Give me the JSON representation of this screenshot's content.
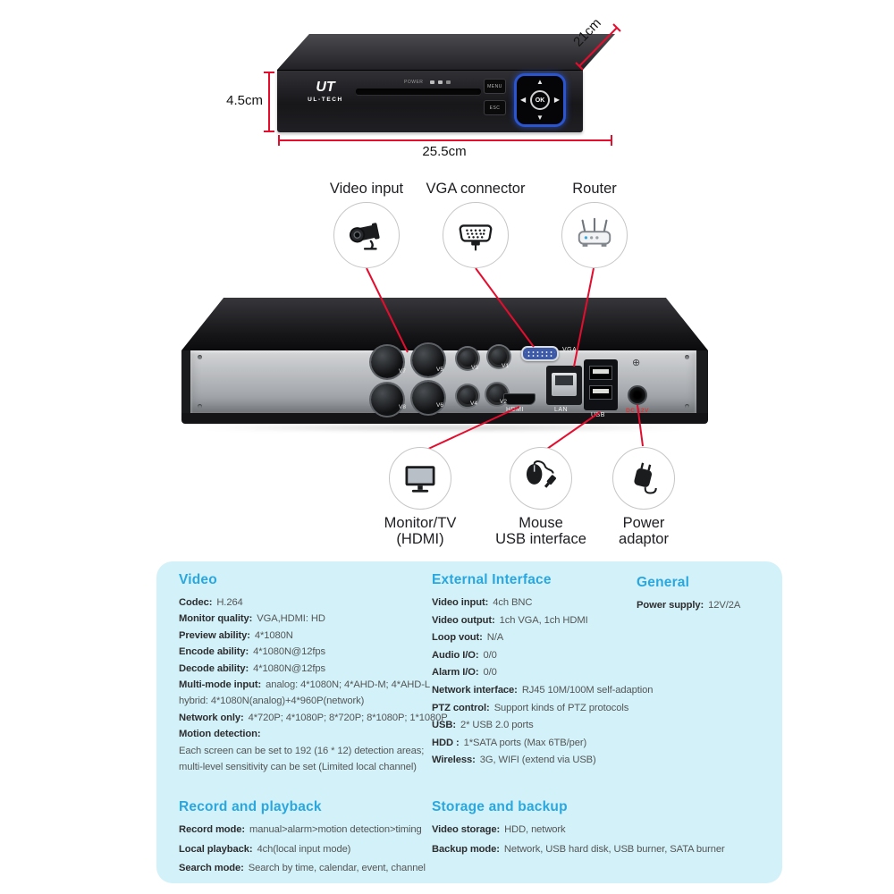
{
  "front_view": {
    "brand_mark": "UT",
    "brand": "UL-TECH",
    "power_label": "POWER",
    "menu_button": "MENU",
    "esc_button": "ESC",
    "ok_button": "OK",
    "arrows": {
      "up": "▲",
      "down": "▼",
      "left": "◀",
      "right": "▶"
    },
    "dims": {
      "height": "4.5cm",
      "width": "25.5cm",
      "depth": "21cm"
    }
  },
  "rear_view": {
    "bnc_labels": [
      "V7",
      "V5",
      "V3",
      "V1",
      "V8",
      "V6",
      "V4",
      "V2"
    ],
    "port_labels": {
      "vga": "VGA",
      "hdmi": "HDMI",
      "lan": "LAN",
      "usb": "USB",
      "dc_power": "DC 12V"
    },
    "ground_symbol": "⊕"
  },
  "callouts": {
    "top": [
      {
        "label": "Video input"
      },
      {
        "label": "VGA connector"
      },
      {
        "label": "Router"
      }
    ],
    "bottom": [
      {
        "line1": "Monitor/TV",
        "line2": "(HDMI)"
      },
      {
        "line1": "Mouse",
        "line2": "USB interface"
      },
      {
        "line1": "Power",
        "line2": "adaptor"
      }
    ]
  },
  "specs": {
    "video": {
      "title": "Video",
      "lines": [
        {
          "label": "Codec:",
          "value": "H.264"
        },
        {
          "label": "Monitor quality:",
          "value": "VGA,HDMI: HD"
        },
        {
          "label": "Preview ability:",
          "value": "4*1080N"
        },
        {
          "label": "Encode ability:",
          "value": "4*1080N@12fps"
        },
        {
          "label": "Decode ability:",
          "value": "4*1080N@12fps"
        },
        {
          "label": "Multi-mode input:",
          "value": "analog: 4*1080N; 4*AHD-M; 4*AHD-L"
        },
        {
          "label": "",
          "value": "hybrid: 4*1080N(analog)+4*960P(network)"
        },
        {
          "label": "Network only:",
          "value": "4*720P; 4*1080P;  8*720P; 8*1080P; 1*1080P"
        },
        {
          "label": "Motion detection:",
          "value": ""
        },
        {
          "label": "",
          "value": "Each screen can be set to 192 (16 * 12) detection areas;"
        },
        {
          "label": "",
          "value": "multi-level sensitivity can be set (Limited local channel)"
        }
      ]
    },
    "external": {
      "title": "External Interface",
      "lines": [
        {
          "label": "Video input:",
          "value": "4ch BNC"
        },
        {
          "label": "Video output:",
          "value": "1ch VGA, 1ch HDMI"
        },
        {
          "label": "Loop vout:",
          "value": "N/A"
        },
        {
          "label": "Audio I/O:",
          "value": "0/0"
        },
        {
          "label": "Alarm I/O:",
          "value": "0/0"
        },
        {
          "label": "Network interface:",
          "value": "RJ45 10M/100M self-adaption"
        },
        {
          "label": "PTZ control:",
          "value": "Support kinds of PTZ protocols"
        },
        {
          "label": "USB:",
          "value": "2* USB 2.0 ports"
        },
        {
          "label": "HDD :",
          "value": "1*SATA ports (Max 6TB/per)"
        },
        {
          "label": "Wireless:",
          "value": "3G, WIFI (extend via USB)"
        }
      ]
    },
    "general": {
      "title": "General",
      "lines": [
        {
          "label": "Power supply:",
          "value": "12V/2A"
        }
      ]
    },
    "record": {
      "title": "Record and playback",
      "lines": [
        {
          "label": "Record mode:",
          "value": "manual>alarm>motion detection>timing"
        },
        {
          "label": "Local playback:",
          "value": "4ch(local input mode)"
        },
        {
          "label": "Search mode:",
          "value": "Search by time, calendar, event, channel"
        }
      ]
    },
    "storage": {
      "title": "Storage and backup",
      "lines": [
        {
          "label": "Video storage:",
          "value": "HDD, network"
        },
        {
          "label": "Backup mode:",
          "value": "Network, USB hard disk, USB burner, SATA burner"
        }
      ]
    }
  },
  "colors": {
    "accent_red": "#e50d2e",
    "heading_blue": "#2aa7df",
    "panel_bg": "#d2f1f8",
    "nav_pad_blue": "#2b54cf"
  }
}
